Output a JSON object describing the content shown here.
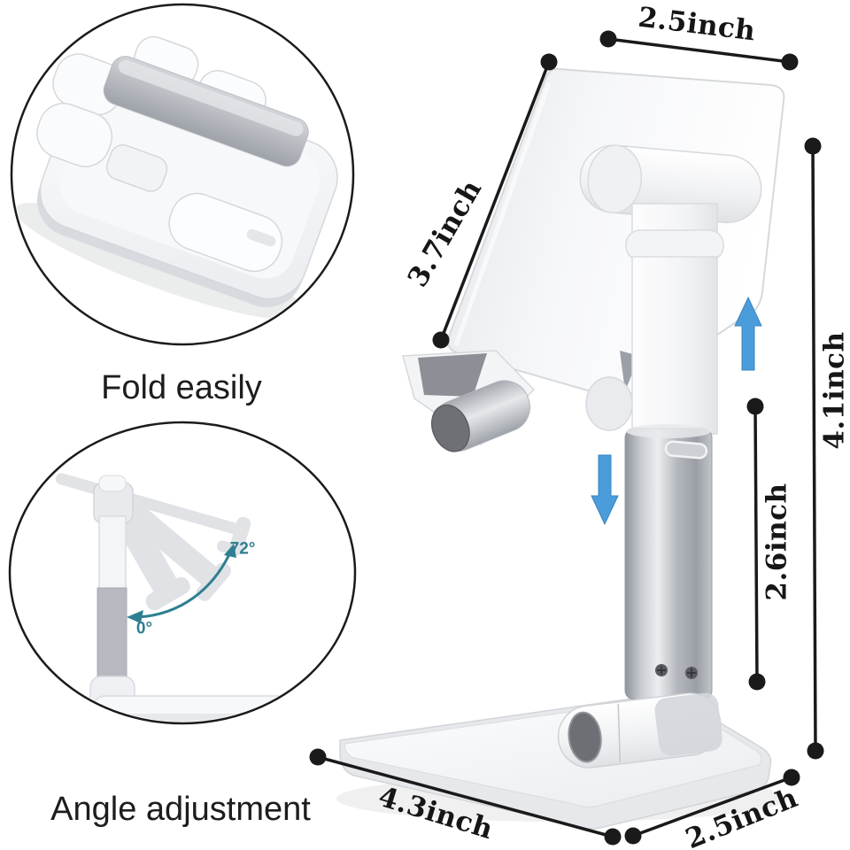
{
  "callouts": {
    "fold": {
      "label": "Fold easily"
    },
    "angle": {
      "label": "Angle adjustment",
      "angle_max": "72°",
      "angle_min": "0°"
    }
  },
  "dimensions": {
    "top_width": "2.5inch",
    "backplate_length": "3.7inch",
    "overall_height": "4.1inch",
    "lift_height": "2.6inch",
    "base_length": "4.3inch",
    "base_width": "2.5inch"
  },
  "colors": {
    "dimension_line": "#1a1a1a",
    "arrow_blue": "#4a9cdb",
    "angle_teal": "#2e7f91",
    "product_white": "#f5f6f8",
    "metal_silver": "#b4b8be",
    "pad_gray": "#8d8e96"
  }
}
